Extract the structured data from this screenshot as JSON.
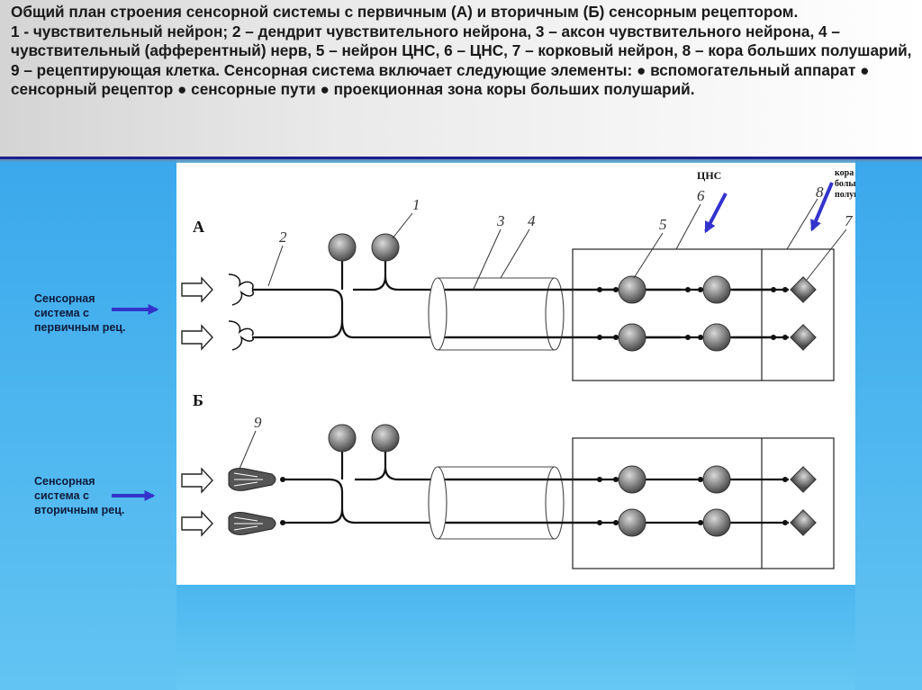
{
  "header": {
    "text": "Общий план строения сенсорной системы с первичным (А) и вторичным (Б) сенсорным рецептором.\n 1 - чувствительный нейрон; 2 – дендрит чувствительного нейрона, 3 – аксон чувствительного нейрона, 4 – чувствительный (афферентный) нерв, 5 – нейрон ЦНС, 6 – ЦНС, 7 – корковый нейрон, 8 – кора больших полушарий, 9 – рецептирующая клетка. Сенсорная система включает следующие элементы: ● вспомогательный аппарат ● сенсорный рецептор ● сенсорные пути ● проекционная зона коры больших полушарий."
  },
  "labels": {
    "primary": "Сенсорная система с первичным рец.",
    "secondary": "Сенсорная система с вторичным рец."
  },
  "diagram": {
    "section_a": "А",
    "section_b": "Б",
    "cns_label": "ЦНС",
    "cortex_label_1": "кора",
    "cortex_label_2": "больших",
    "cortex_label_3": "полушарий",
    "num_1": "1",
    "num_2": "2",
    "num_3": "3",
    "num_4": "4",
    "num_5": "5",
    "num_6": "6",
    "num_7": "7",
    "num_8": "8",
    "num_9": "9"
  },
  "colors": {
    "arrow": "#3333cc",
    "header_line": "#1e1e8c"
  }
}
